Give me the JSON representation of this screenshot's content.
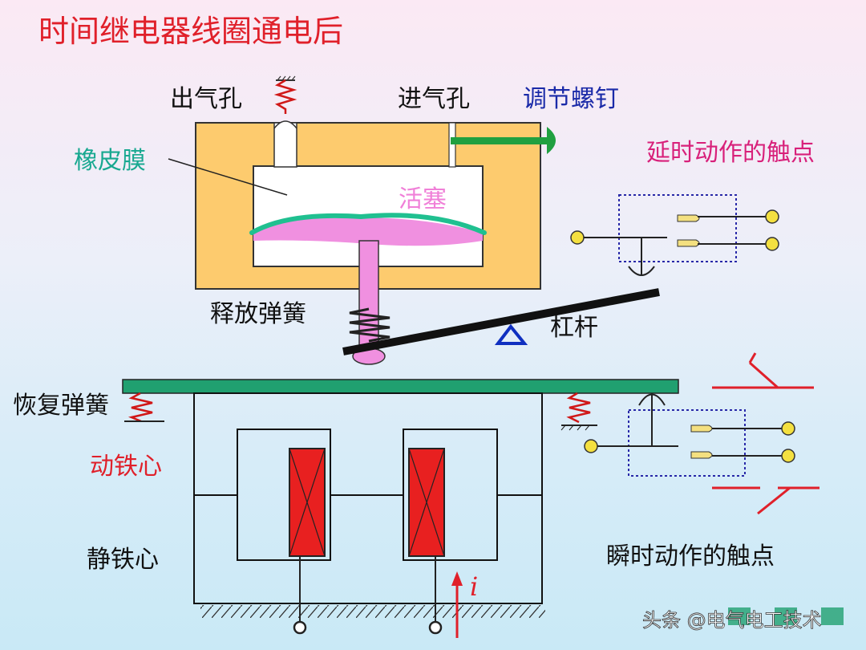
{
  "title": "时间继电器线圈通电后",
  "labels": {
    "exhaust_hole": "出气孔",
    "intake_hole": "进气孔",
    "adjust_screw": "调节螺钉",
    "rubber_membrane": "橡皮膜",
    "piston": "活塞",
    "delayed_contacts": "延时动作的触点",
    "release_spring": "释放弹簧",
    "lever": "杠杆",
    "reset_spring": "恢复弹簧",
    "moving_core": "动铁心",
    "static_core": "静铁心",
    "instant_contacts": "瞬时动作的触点",
    "current": "i"
  },
  "watermark": "头条 @电气电工技术",
  "colors": {
    "title": "#e0202a",
    "chamber": "#fdcb6e",
    "membrane": "#20c090",
    "piston": "#f090e0",
    "screw": "#20a040",
    "coil": "#e82020",
    "armature_bar": "#20a070",
    "contact": "#f4e080",
    "dotted_box": "#2828a8",
    "spring": "#d01818"
  }
}
